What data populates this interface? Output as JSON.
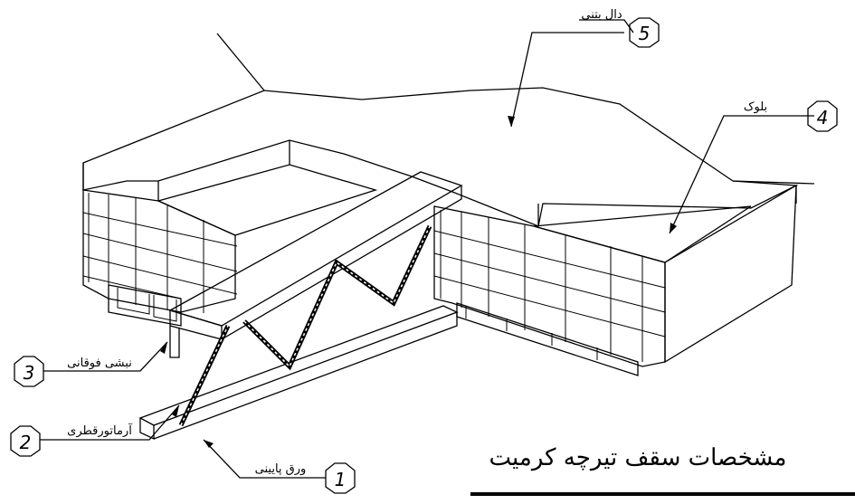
{
  "title": "مشخصات سقف تیرچه کرمیت",
  "callouts": [
    {
      "number": "1",
      "label": "ورق پایینی"
    },
    {
      "number": "2",
      "label": "آرماتورقطری"
    },
    {
      "number": "3",
      "label": "نبشی فوقانی"
    },
    {
      "number": "4",
      "label": "بلوک"
    },
    {
      "number": "5",
      "label": "دال بتنی"
    }
  ]
}
